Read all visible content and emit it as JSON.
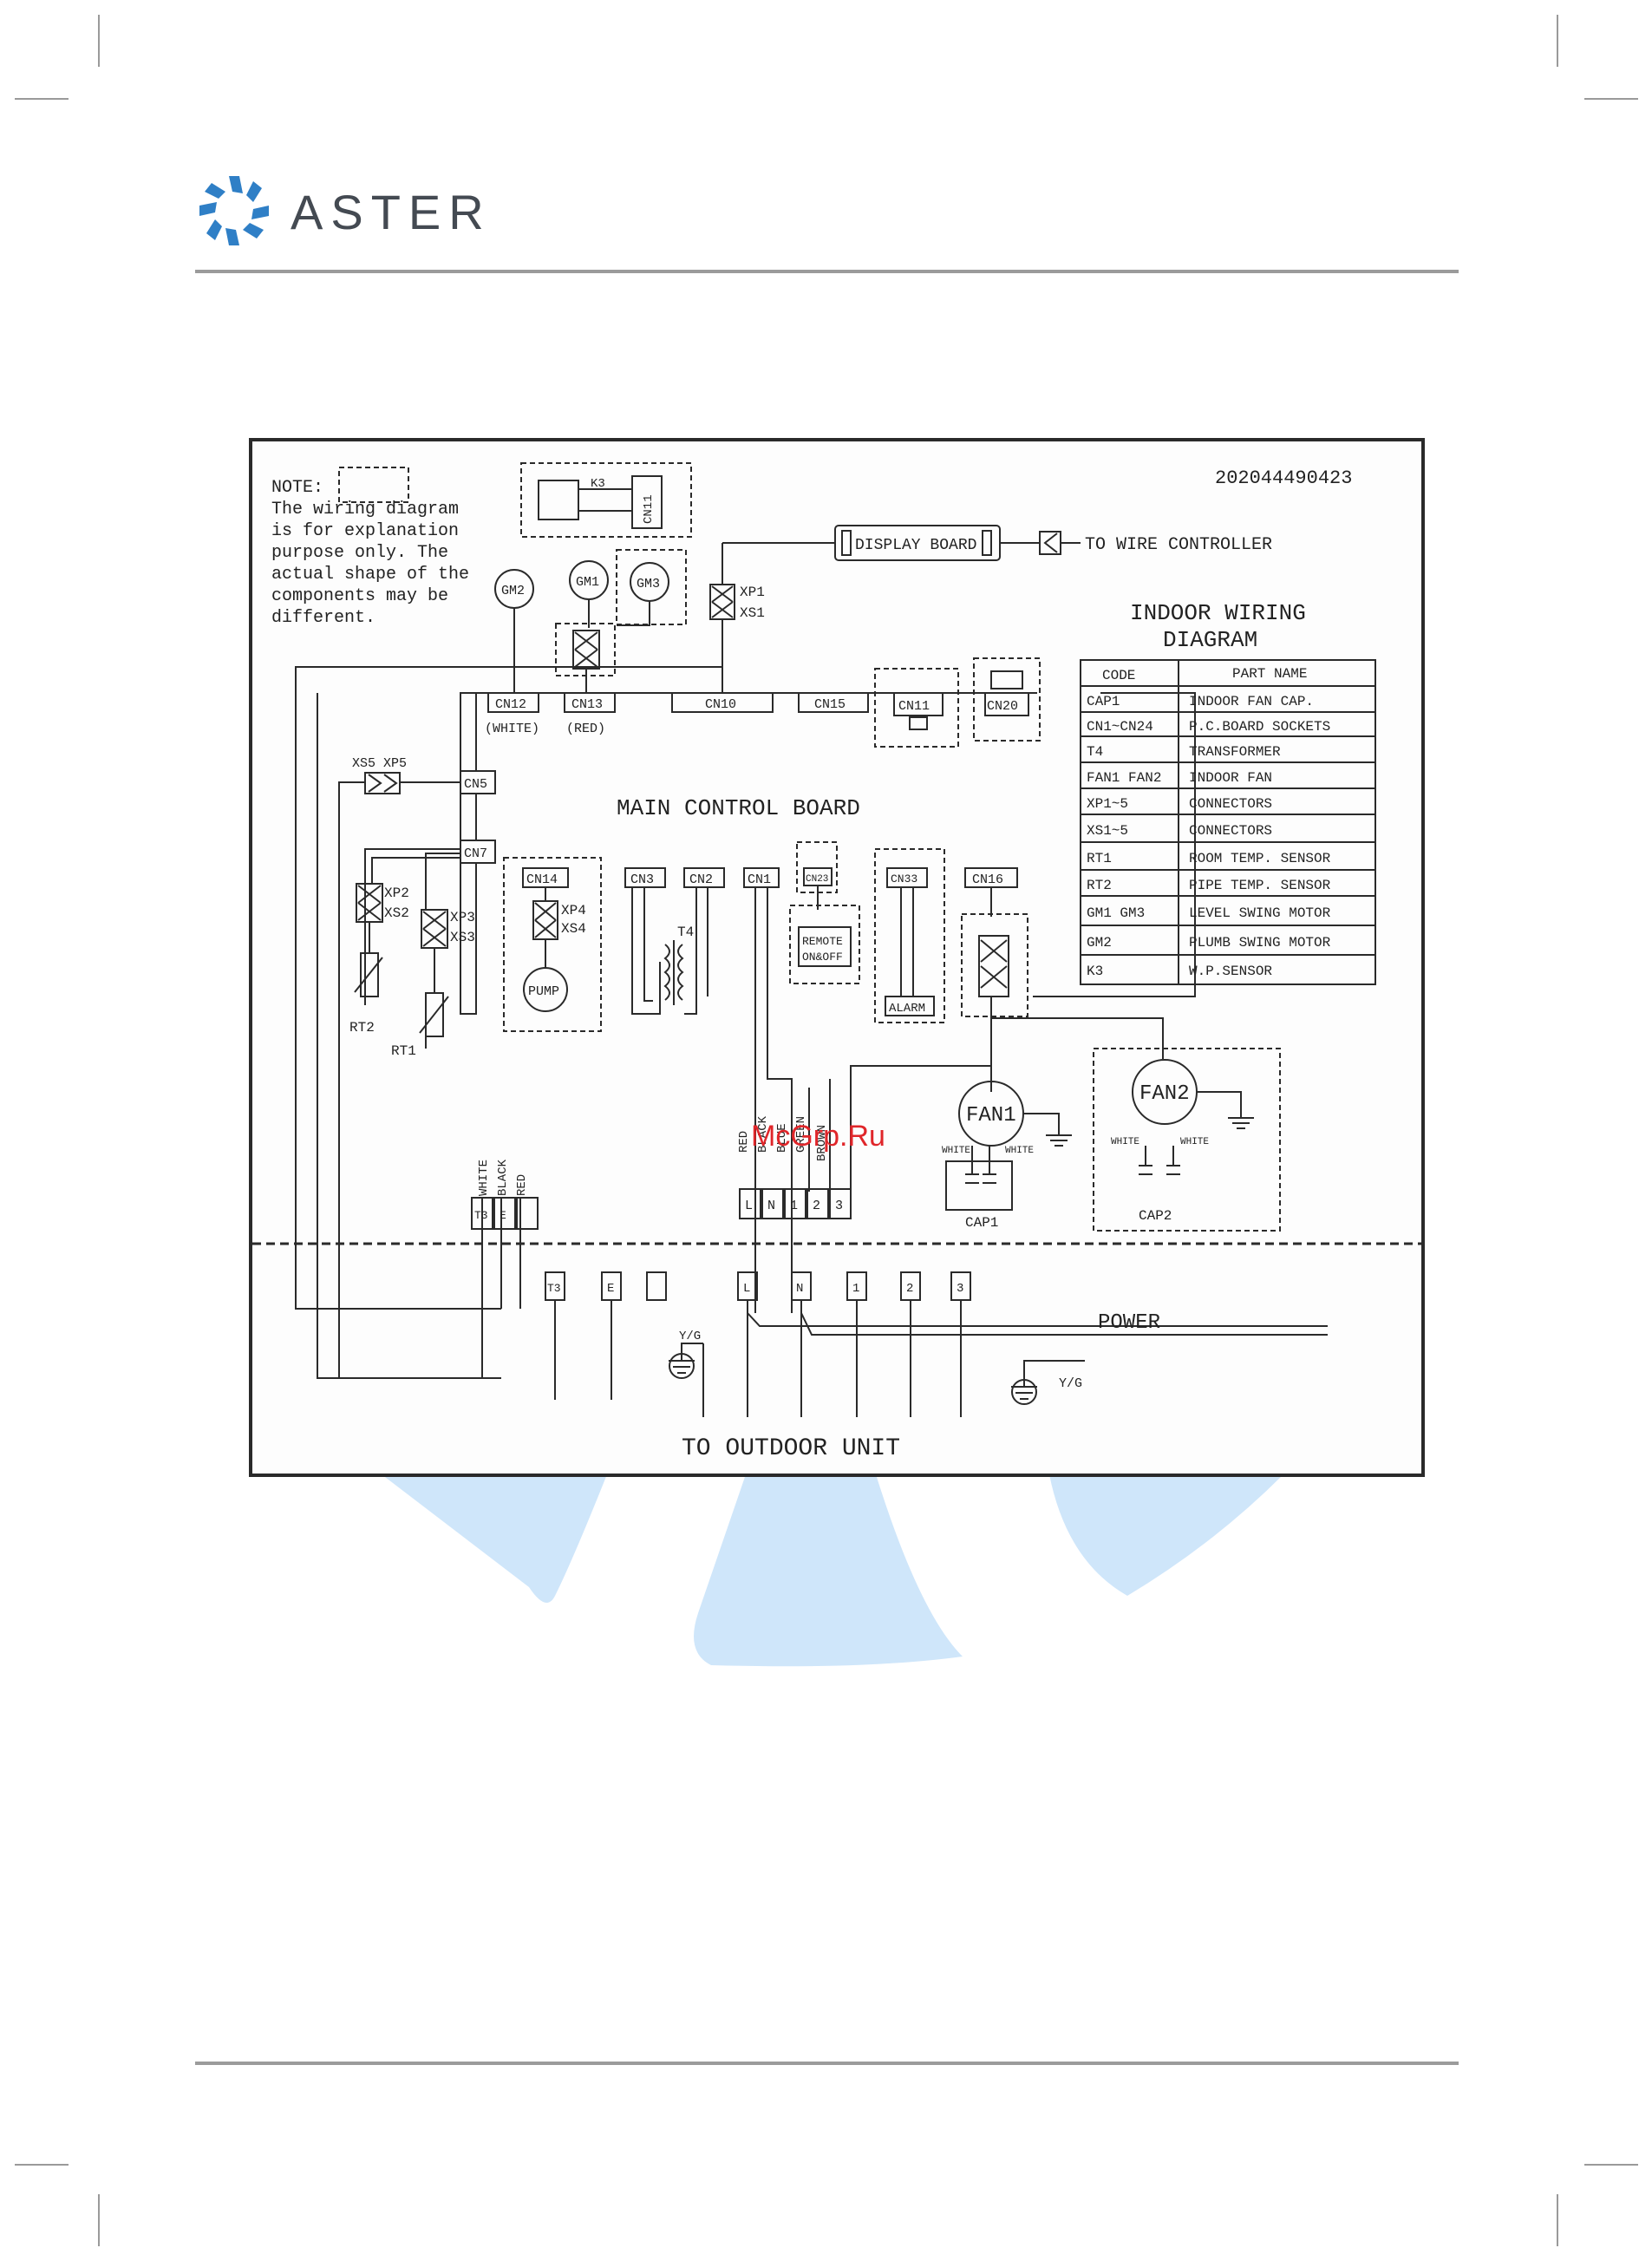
{
  "brand": {
    "name": "ASTER",
    "accent": "#2f7fc6",
    "watermark_color": "#cfe6fa"
  },
  "diagram": {
    "doc_number": "202044490423",
    "note": {
      "title": "NOTE:",
      "lines": [
        "The wiring diagram",
        "is for explanation",
        "purpose only. The",
        "actual shape of the",
        "components may be",
        "different."
      ]
    },
    "title_line1": "INDOOR WIRING",
    "title_line2": "DIAGRAM",
    "main_board": "MAIN CONTROL BOARD",
    "display_board": "DISPLAY BOARD",
    "to_wire_controller": "TO WIRE CONTROLLER",
    "power": "POWER",
    "to_outdoor": "TO OUTDOOR UNIT",
    "yg1": "Y/G",
    "yg2": "Y/G",
    "k3": "K3",
    "cn11": "CN11",
    "gm": {
      "gm1": "GM1",
      "gm2": "GM2",
      "gm3": "GM3"
    },
    "xp1": "XP1",
    "xs1": "XS1",
    "cn12": "CN12",
    "cn13": "CN13",
    "cn10": "CN10",
    "cn15": "CN15",
    "cn20": "CN20",
    "white_paren": "(WHITE)",
    "red_paren": "(RED)",
    "cn5": "CN5",
    "cn7": "CN7",
    "xs5xp5": "XS5 XP5",
    "cn14": "CN14",
    "cn3": "CN3",
    "cn2": "CN2",
    "cn1": "CN1",
    "cn23": "CN23",
    "cn33": "CN33",
    "cn16": "CN16",
    "xp2": "XP2",
    "xs2": "XS2",
    "xp3": "XP3",
    "xs3": "XS3",
    "xp4": "XP4",
    "xs4": "XS4",
    "rt1": "RT1",
    "rt2": "RT2",
    "pump": "PUMP",
    "t4": "T4",
    "remote1": "REMOTE",
    "remote2": "ON&OFF",
    "alarm": "ALARM",
    "fan1": "FAN1",
    "fan2": "FAN2",
    "cap1": "CAP1",
    "cap2": "CAP2",
    "white_a": "WHITE",
    "white_b": "WHITE",
    "white_c": "WHITE",
    "white_d": "WHITE",
    "wire_left": [
      "WHITE",
      "BLACK",
      "RED"
    ],
    "wire_right": [
      "RED",
      "BLACK",
      "BLUE",
      "GREEN",
      "BROWN"
    ],
    "term_left": [
      "T3",
      "E",
      ""
    ],
    "term_right": [
      "L",
      "N",
      "1",
      "2",
      "3"
    ],
    "term_bottom": [
      "T3",
      "E",
      "",
      "L",
      "N",
      "1",
      "2",
      "3"
    ],
    "table": {
      "headers": [
        "CODE",
        "PART NAME"
      ],
      "rows": [
        [
          "CAP1",
          "INDOOR FAN CAP."
        ],
        [
          "CN1~CN24",
          "P.C.BOARD SOCKETS"
        ],
        [
          "T4",
          "TRANSFORMER"
        ],
        [
          "FAN1 FAN2",
          "INDOOR FAN"
        ],
        [
          "XP1~5",
          "CONNECTORS"
        ],
        [
          "XS1~5",
          "CONNECTORS"
        ],
        [
          "RT1",
          "ROOM TEMP. SENSOR"
        ],
        [
          "RT2",
          "PIPE TEMP. SENSOR"
        ],
        [
          "GM1 GM3",
          "LEVEL SWING MOTOR"
        ],
        [
          "GM2",
          "PLUMB SWING MOTOR"
        ],
        [
          "K3",
          "W.P.SENSOR"
        ]
      ]
    }
  },
  "watermark_text": "McGrp.Ru"
}
